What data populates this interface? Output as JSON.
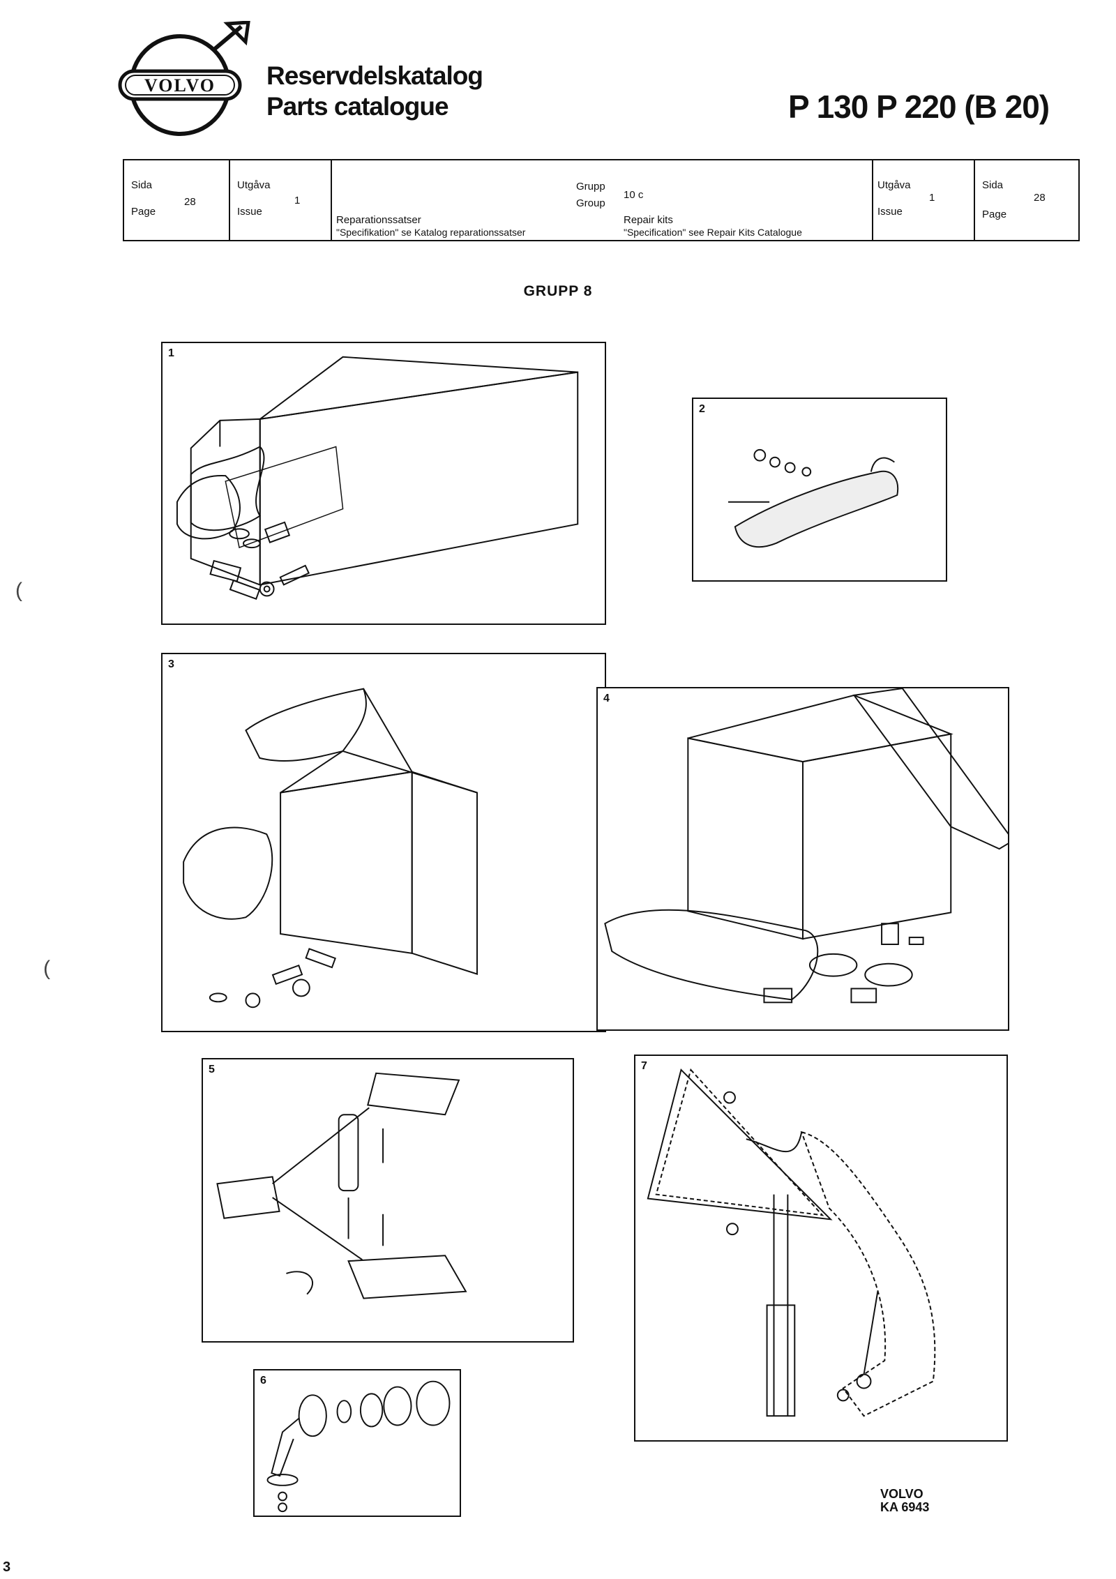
{
  "header": {
    "brand": "VOLVO",
    "title_sv": "Reservdelskatalog",
    "title_en": "Parts catalogue",
    "model": "P 130  P 220 (B 20)"
  },
  "info_table": {
    "sida_label": "Sida",
    "page_label": "Page",
    "page_value": "28",
    "utgava_label": "Utgåva",
    "issue_label": "Issue",
    "issue_value": "1",
    "grupp_label": "Grupp",
    "group_label": "Group",
    "group_value": "10 c",
    "desc_sv": "Reparationssatser",
    "spec_sv": "\"Specifikation\" se Katalog reparationssatser",
    "desc_en": "Repair kits",
    "spec_en": "\"Specification\" see Repair Kits Catalogue"
  },
  "section_title": "GRUPP 8",
  "panels": [
    {
      "number": "1"
    },
    {
      "number": "2"
    },
    {
      "number": "3"
    },
    {
      "number": "4"
    },
    {
      "number": "5"
    },
    {
      "number": "6"
    },
    {
      "number": "7"
    }
  ],
  "footer": {
    "brand": "VOLVO",
    "code": "KA 6943",
    "page_corner": "3"
  }
}
